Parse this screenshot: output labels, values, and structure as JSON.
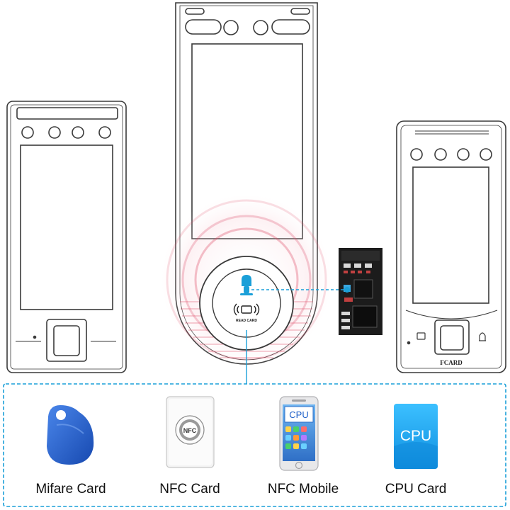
{
  "colors": {
    "outline": "#3a3a3a",
    "accent": "#1a9fd8",
    "wave": "#e0506a",
    "card_blue": "#1e5fc8",
    "cpu_blue": "#1aa3ef"
  },
  "devices": {
    "center": {
      "reader_text": "READ CARD"
    },
    "right": {
      "brand": "FCARD"
    }
  },
  "cards": [
    {
      "label": "Mifare Card",
      "icon": "keyfob-icon"
    },
    {
      "label": "NFC Card",
      "icon": "nfc-card-icon",
      "badge": "NFC"
    },
    {
      "label": "NFC Mobile",
      "icon": "smartphone-icon",
      "screen_text": "CPU"
    },
    {
      "label": "CPU Card",
      "icon": "cpu-card-icon",
      "card_text": "CPU"
    }
  ]
}
